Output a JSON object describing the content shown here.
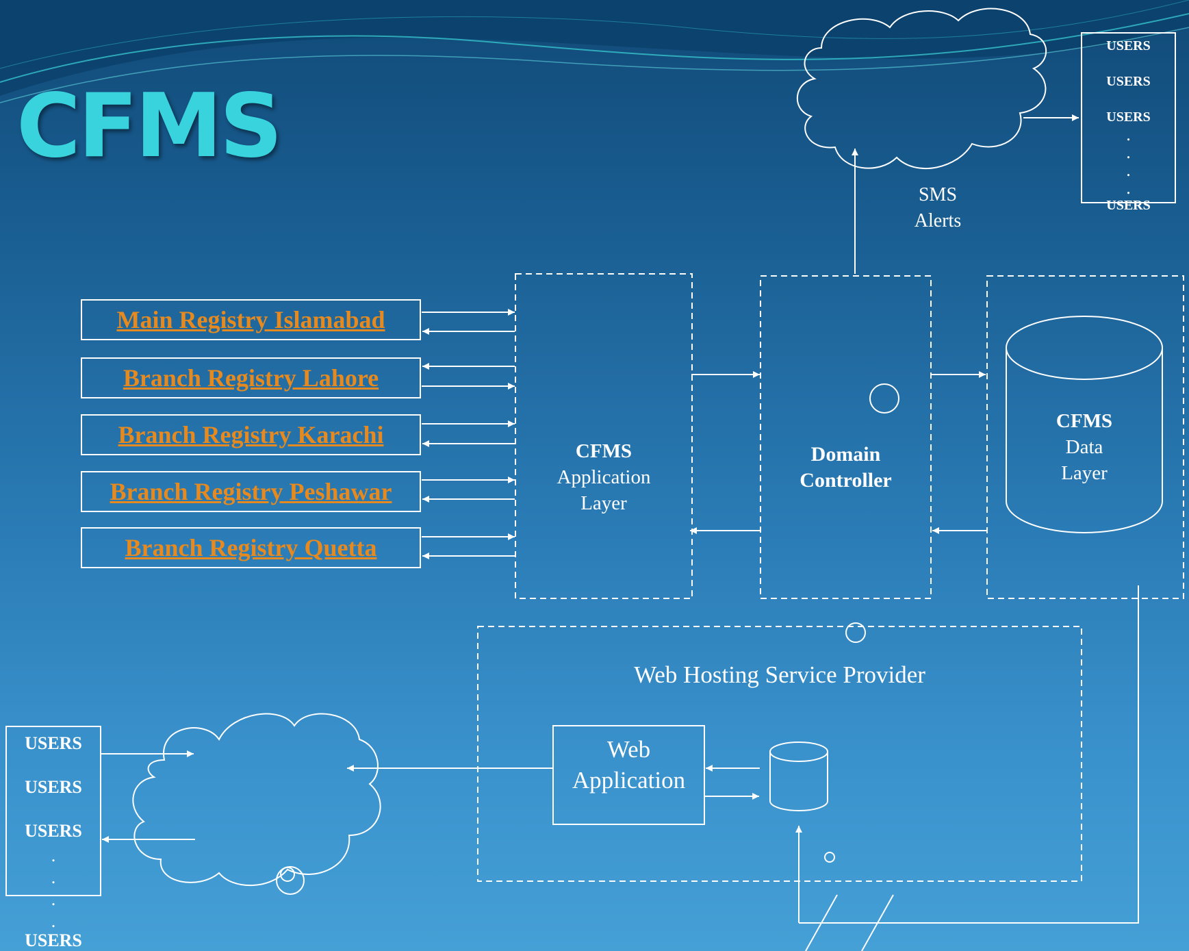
{
  "title": "CFMS",
  "registries": [
    "Main Registry Islamabad",
    "Branch Registry Lahore",
    "Branch Registry Karachi",
    "Branch Registry Peshawar",
    "Branch Registry Quetta"
  ],
  "app_layer": {
    "line1": "CFMS",
    "line2": "Application",
    "line3": "Layer"
  },
  "domain_controller": {
    "line1": "Domain",
    "line2": "Controller"
  },
  "data_layer": {
    "line1": "CFMS",
    "line2": "Data",
    "line3": "Layer"
  },
  "sms": {
    "line1": "SMS",
    "line2": "Alerts"
  },
  "users_top": [
    "USERS",
    "USERS",
    "USERS",
    "USERS"
  ],
  "users_bottom": [
    "USERS",
    "USERS",
    "USERS",
    "USERS"
  ],
  "hosting": {
    "label": "Web Hosting Service Provider",
    "web_app_line1": "Web",
    "web_app_line2": "Application"
  },
  "colors": {
    "title": "#39d3de",
    "link": "#e68a1f",
    "line": "#ffffff"
  }
}
